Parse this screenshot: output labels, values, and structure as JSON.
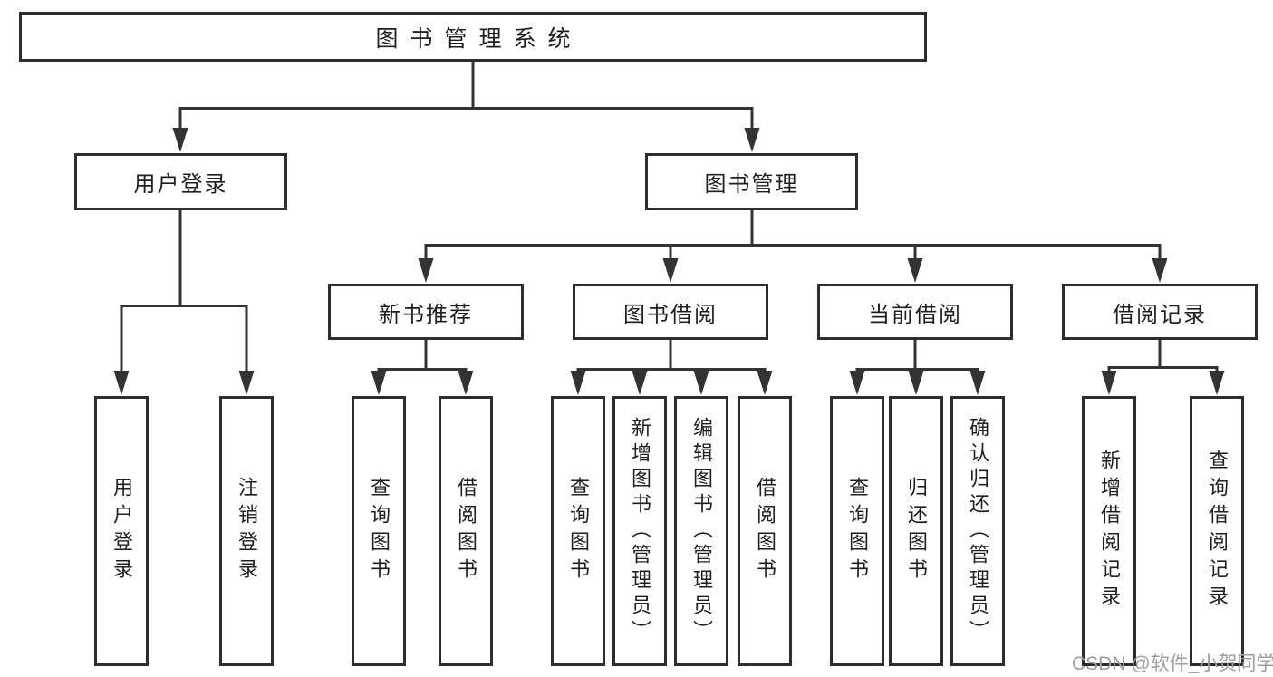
{
  "tree": {
    "root": {
      "label": "图书管理系统",
      "children": [
        {
          "label": "用户登录",
          "children": [
            {
              "label": "用户登录"
            },
            {
              "label": "注销登录"
            }
          ]
        },
        {
          "label": "图书管理",
          "children": [
            {
              "label": "新书推荐",
              "children": [
                {
                  "label": "查询图书"
                },
                {
                  "label": "借阅图书"
                }
              ]
            },
            {
              "label": "图书借阅",
              "children": [
                {
                  "label": "查询图书"
                },
                {
                  "label": "新增图书（管理员）"
                },
                {
                  "label": "编辑图书（管理员）"
                },
                {
                  "label": "借阅图书"
                }
              ]
            },
            {
              "label": "当前借阅",
              "children": [
                {
                  "label": "查询图书"
                },
                {
                  "label": "归还图书"
                },
                {
                  "label": "确认归还（管理员）"
                }
              ]
            },
            {
              "label": "借阅记录",
              "children": [
                {
                  "label": "新增借阅记录"
                },
                {
                  "label": "查询借阅记录"
                }
              ]
            }
          ]
        }
      ]
    }
  },
  "watermark": {
    "text": "CSDN @软件_小贺同学"
  },
  "colors": {
    "line": "#333333",
    "box_border": "#2d2d2d",
    "text": "#1f1f1f",
    "watermark": "#9e9e9e",
    "background": "#ffffff"
  }
}
